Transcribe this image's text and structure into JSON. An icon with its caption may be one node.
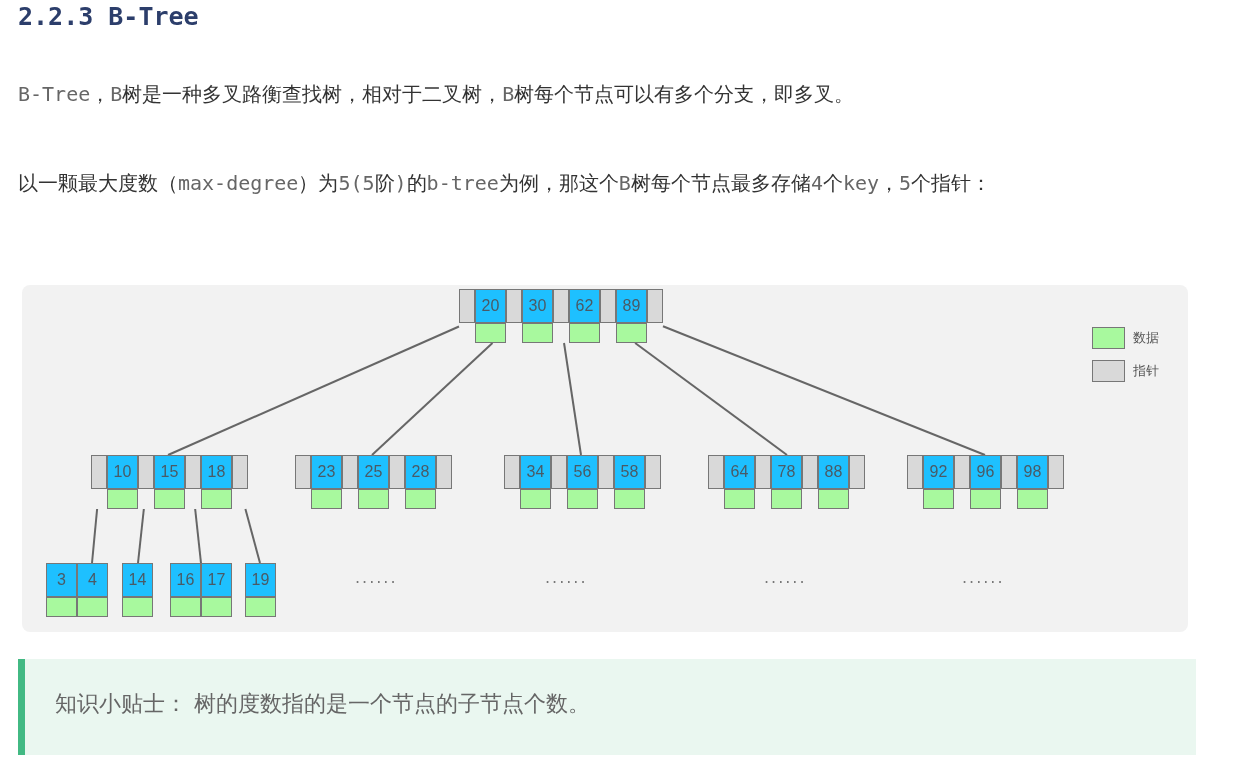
{
  "diagram": {
    "title": "2.2.3 B-Tree",
    "nodes": [
      {
        "text": [
          "20",
          "30",
          "62",
          "89"
        ]
      },
      {
        "text": [
          "10",
          "15",
          "18"
        ]
      },
      {
        "text": [
          "23",
          "25",
          "28"
        ]
      },
      {
        "text": [
          "34",
          "56",
          "58"
        ]
      },
      {
        "text": [
          "64",
          "78",
          "88"
        ]
      },
      {
        "text": [
          "92",
          "96",
          "98"
        ]
      },
      {
        "text": [
          "3",
          "4"
        ]
      },
      {
        "text": [
          "14"
        ]
      },
      {
        "text": [
          "16",
          "17"
        ]
      },
      {
        "text": [
          "19"
        ]
      },
      {
        "text": [
          "知识小贴士： 树的度数指的是一个节点的子节点个数。"
        ]
      }
    ],
    "edges": [
      {
        "from": 0,
        "to": 1,
        "arrow": "none"
      },
      {
        "from": 0,
        "to": 2,
        "arrow": "none"
      },
      {
        "from": 0,
        "to": 3,
        "arrow": "none"
      },
      {
        "from": 0,
        "to": 4,
        "arrow": "none"
      },
      {
        "from": 0,
        "to": 5,
        "arrow": "none"
      },
      {
        "from": 1,
        "to": 6,
        "arrow": "none"
      },
      {
        "from": 1,
        "to": 7,
        "arrow": "none"
      },
      {
        "from": 1,
        "to": 8,
        "arrow": "none"
      },
      {
        "from": 1,
        "to": 9,
        "arrow": "none"
      }
    ],
    "labels": [
      "B-Tree，B树是一种多叉路衡查找树，相对于二叉树，B树每个节点可以有多个分支，即多叉。",
      "以一颗最大度数（max-degree）为5(5阶)的b-tree为例，那这个B树每个节点最多存储4个key，5个指针：",
      "......",
      "......",
      "......",
      "......"
    ],
    "legend": [
      {
        "text": "数据",
        "color": "#a8f99e"
      },
      {
        "text": "指针",
        "color": "#d9d9d9"
      }
    ]
  }
}
